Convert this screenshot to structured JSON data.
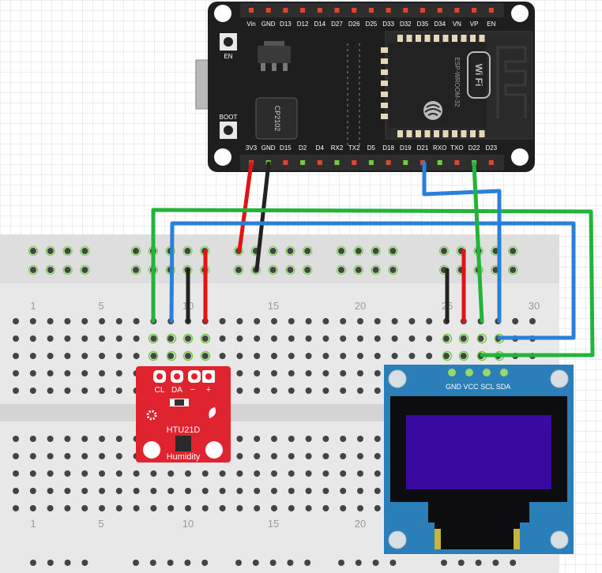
{
  "esp32": {
    "top_pins": [
      "Vin",
      "GND",
      "D13",
      "D12",
      "D14",
      "D27",
      "D26",
      "D25",
      "D33",
      "D32",
      "D35",
      "D34",
      "VN",
      "VP",
      "EN"
    ],
    "bottom_pins": [
      "3V3",
      "GND",
      "D15",
      "D2",
      "D4",
      "RX2",
      "TX2",
      "D5",
      "D18",
      "D19",
      "D21",
      "RXO",
      "TXO",
      "D22",
      "D23"
    ],
    "en_label": "EN",
    "boot_label": "BOOT",
    "chip_label": "CP2102",
    "module_label": "ESP-WROOM-32",
    "wifi_label": "Wi Fi"
  },
  "breadboard": {
    "column_numbers": [
      "1",
      "5",
      "10",
      "15",
      "20",
      "25",
      "30"
    ]
  },
  "htu21d": {
    "pin_labels": [
      "CL",
      "DA",
      "−",
      "+"
    ],
    "name": "HTU21D",
    "subtitle": "Humidity"
  },
  "oled": {
    "pin_labels": [
      "GND",
      "VCC",
      "SCL",
      "SDA"
    ]
  },
  "colors": {
    "wire_red": "#e01414",
    "wire_black": "#222222",
    "wire_blue": "#2a7fd8",
    "wire_green": "#22b43a",
    "board_black": "#1e1e1e",
    "breadboard": "#e9e9e9",
    "sensor_red": "#e0242f",
    "oled_blue": "#2a7fb8",
    "oled_screen": "#3a0aa0"
  }
}
